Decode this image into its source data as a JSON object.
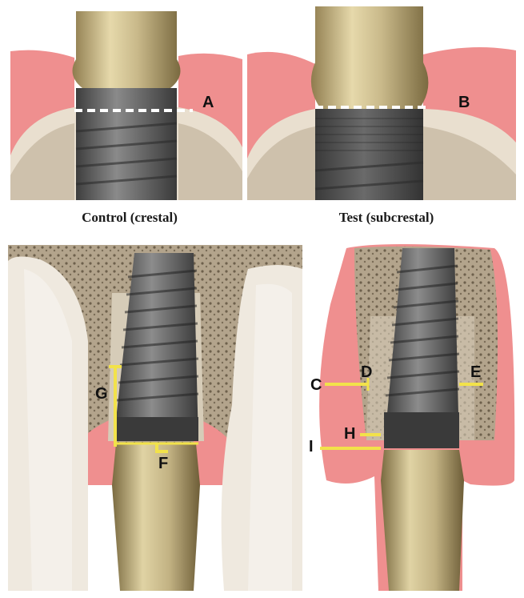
{
  "captions": {
    "control": "Control (crestal)",
    "test": "Test (subcrestal)"
  },
  "markers": {
    "A": "A",
    "B": "B",
    "C": "C",
    "D": "D",
    "E": "E",
    "F": "F",
    "G": "G",
    "H": "H",
    "I": "I"
  },
  "colors": {
    "gingiva": "#ef8f8f",
    "gingiva_dark": "#e06a6a",
    "bone": "#e9dfcf",
    "cancellous": "#b8a88f",
    "implant_dark": "#4a4a4a",
    "implant_light": "#8d8d8d",
    "abutment": "#c9b98a",
    "abutment_dark": "#8f7c4e",
    "tooth": "#efe9df",
    "measure_line": "#f2e24a",
    "crest_line": "#ffffff"
  }
}
